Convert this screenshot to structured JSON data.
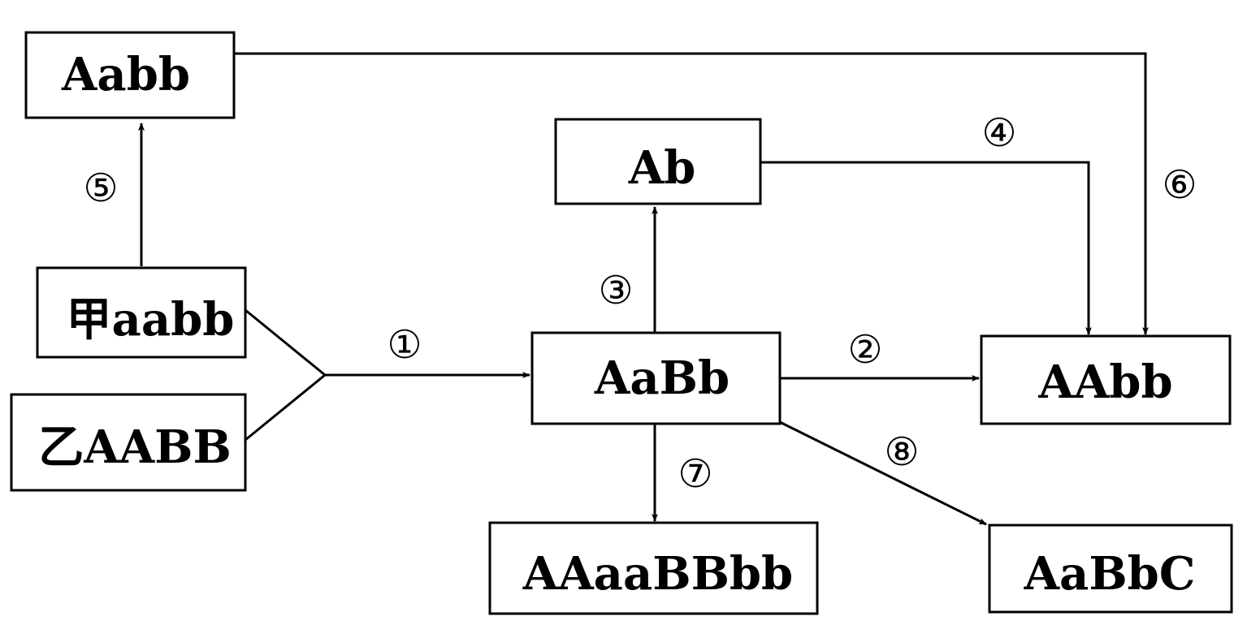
{
  "boxes": {
    "aabb_top": "Aabb",
    "jia": "甲aabb",
    "yi": "乙AABB",
    "ab": "Ab",
    "aabb_f1": "AaBb",
    "aabb_pure": "AAbb",
    "tetraploid": "AAaaBBbb",
    "transgenic": "AaBbC"
  },
  "steps": {
    "s1": "①",
    "s2": "②",
    "s3": "③",
    "s4": "④",
    "s5": "⑤",
    "s6": "⑥",
    "s7": "⑦",
    "s8": "⑧"
  }
}
